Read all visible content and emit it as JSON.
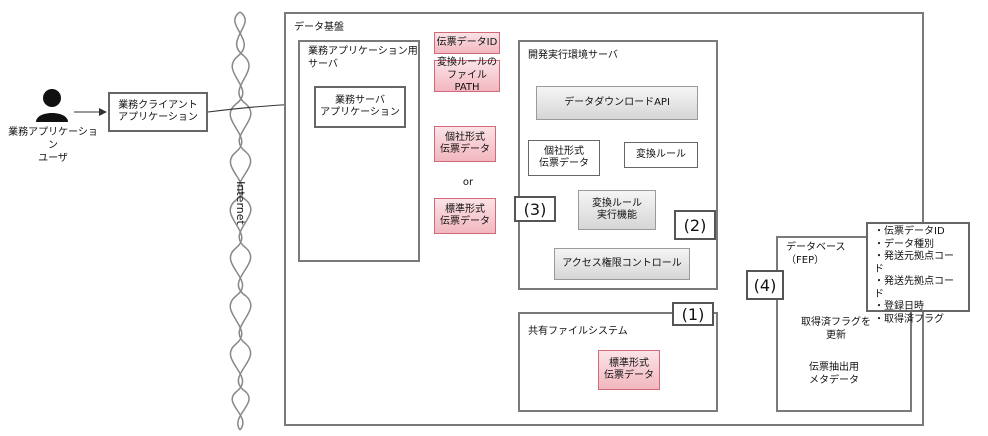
{
  "user": {
    "label": "業務アプリケーション\nユーザ"
  },
  "client": {
    "label": "業務クライアント\nアプリケーション"
  },
  "internet": {
    "label": "Internet"
  },
  "data_platform": {
    "label": "データ基盤"
  },
  "app_server": {
    "label": "業務アプリケーション用\nサーバ",
    "inner_label": "業務サーバ\nアプリケーション"
  },
  "dev_server": {
    "label": "開発実行環境サーバ"
  },
  "api": {
    "label": "データダウンロードAPI"
  },
  "individual_data": {
    "label": "個社形式\n伝票データ"
  },
  "conversion_rule": {
    "label": "変換ルール"
  },
  "conversion_engine": {
    "label": "変換ルール\n実行機能"
  },
  "access_control": {
    "label": "アクセス権限コントロール"
  },
  "shared_fs": {
    "label": "共有ファイルシステム"
  },
  "standard_data": {
    "label": "標準形式\n伝票データ"
  },
  "params": {
    "slip_id": "伝票データID",
    "rule_path": "変換ルールの\nファイルPATH"
  },
  "responses": {
    "individual": "個社形式\n伝票データ",
    "or": "or",
    "standard": "標準形式\n伝票データ"
  },
  "database": {
    "label": "データベース\n（FEP）",
    "update_note": "取得済フラグを\n更新",
    "cylinder_label": "伝票抽出用\nメタデータ"
  },
  "meta_fields": {
    "text": "・伝票データID\n・データ種別\n・発送元拠点コード\n・発送先拠点コード\n・登録日時\n・取得済フラグ"
  },
  "steps": {
    "s1": "(1)",
    "s2": "(2)",
    "s3": "(3)",
    "s4": "(4)"
  },
  "colors": {
    "pink_fill": "#f2b7bf",
    "pink_border": "#d06a7a",
    "frame": "#7a7a7a"
  }
}
